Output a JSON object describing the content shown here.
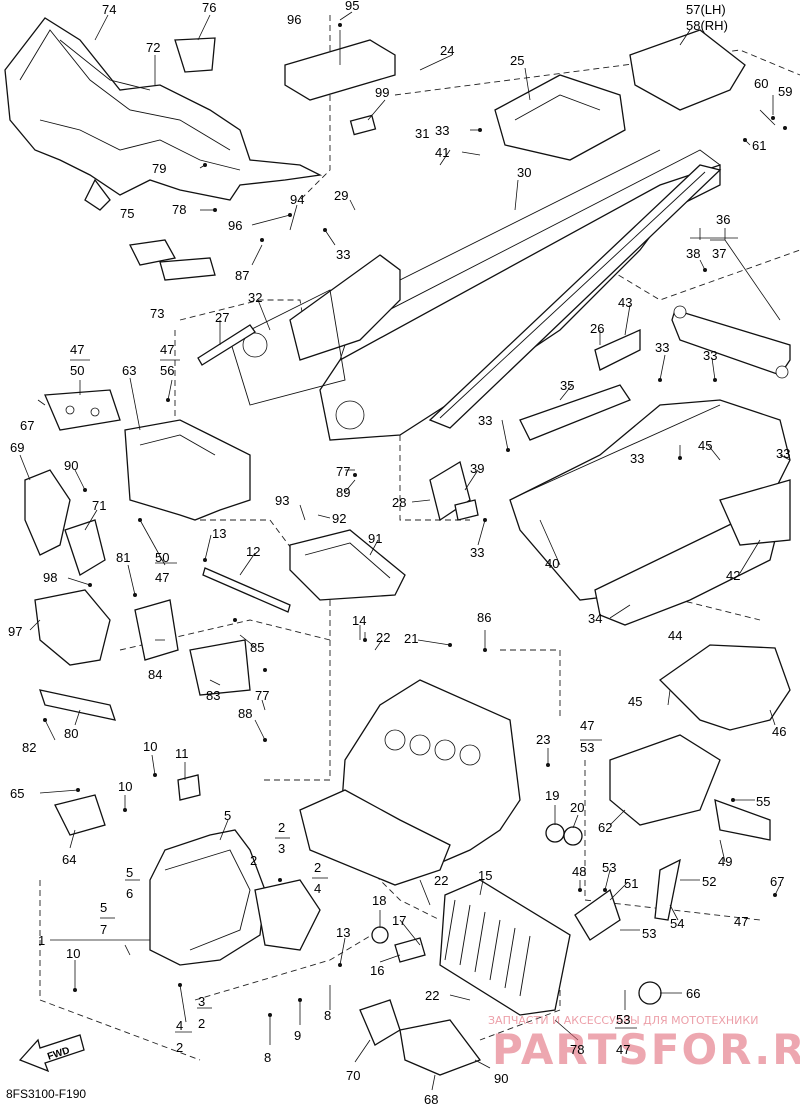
{
  "diagram": {
    "reference_code": "8FS3100-F190",
    "fwd_label": "FWD",
    "watermark": {
      "main": "PARTSFOR.RU",
      "sub": "ЗАПЧАСТИ И АКСЕССУАРЫ ДЛЯ МОТОТЕХНИКИ"
    },
    "callouts": {
      "n1": "1",
      "n2a": "2",
      "n2b": "2",
      "n2c": "2",
      "n2d": "2",
      "n2e": "2",
      "n3a": "3",
      "n3b": "3",
      "n4a": "4",
      "n4b": "4",
      "n5a": "5",
      "n5b": "5",
      "n5c": "5",
      "n6": "6",
      "n7": "7",
      "n8a": "8",
      "n8b": "8",
      "n9": "9",
      "n10a": "10",
      "n10b": "10",
      "n10c": "10",
      "n11": "11",
      "n12": "12",
      "n13a": "13",
      "n13b": "13",
      "n14": "14",
      "n15": "15",
      "n16": "16",
      "n17": "17",
      "n18": "18",
      "n19": "19",
      "n20": "20",
      "n21": "21",
      "n22a": "22",
      "n22b": "22",
      "n22c": "22",
      "n23": "23",
      "n24": "24",
      "n25": "25",
      "n26": "26",
      "n27": "27",
      "n28": "28",
      "n29": "29",
      "n30": "30",
      "n31": "31",
      "n32": "32",
      "n33a": "33",
      "n33b": "33",
      "n33c": "33",
      "n33d": "33",
      "n33e": "33",
      "n33f": "33",
      "n33g": "33",
      "n33h": "33",
      "n34": "34",
      "n35": "35",
      "n36": "36",
      "n37": "37",
      "n38": "38",
      "n39": "39",
      "n40": "40",
      "n41": "41",
      "n42": "42",
      "n43": "43",
      "n44": "44",
      "n45a": "45",
      "n45b": "45",
      "n46": "46",
      "n47a": "47",
      "n47b": "47",
      "n47c": "47",
      "n47d": "47",
      "n47e": "47",
      "n47f": "47",
      "n48": "48",
      "n49": "49",
      "n50a": "50",
      "n50b": "50",
      "n51": "51",
      "n52": "52",
      "n53a": "53",
      "n53b": "53",
      "n53c": "53",
      "n53d": "53",
      "n54": "54",
      "n55": "55",
      "n56": "56",
      "n57": "57(LH)",
      "n58": "58(RH)",
      "n59": "59",
      "n60": "60",
      "n61": "61",
      "n62": "62",
      "n63": "63",
      "n64": "64",
      "n65": "65",
      "n66": "66",
      "n67a": "67",
      "n67b": "67",
      "n68": "68",
      "n69": "69",
      "n70": "70",
      "n71": "71",
      "n72": "72",
      "n73": "73",
      "n74": "74",
      "n75": "75",
      "n76": "76",
      "n77a": "77",
      "n77b": "77",
      "n78a": "78",
      "n78b": "78",
      "n79": "79",
      "n80": "80",
      "n81": "81",
      "n82": "82",
      "n83": "83",
      "n84": "84",
      "n85": "85",
      "n86": "86",
      "n87": "87",
      "n88": "88",
      "n89": "89",
      "n90a": "90",
      "n90b": "90",
      "n91": "91",
      "n92": "92",
      "n93": "93",
      "n94": "94",
      "n95": "95",
      "n96a": "96",
      "n96b": "96",
      "n97": "97",
      "n98": "98",
      "n99": "99"
    }
  }
}
